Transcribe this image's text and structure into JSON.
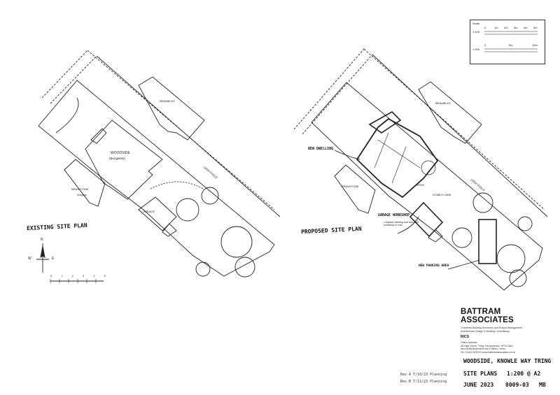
{
  "left_plan": {
    "title": "EXISTING SITE PLAN",
    "building_label": "WOODSIDE",
    "building_sublabel": "(Bungalow)",
    "neighbour_top": "BRAMBLES",
    "neighbour_left": "BRANSTONE",
    "neighbour_left_sub": "Surgery",
    "garage_label": "GARAGE",
    "boundary_label": "CROFTFIELD",
    "north_letter": "N",
    "west_letter": "W",
    "east_letter": "E",
    "scale_numbers": "0 1 2 3 4 5"
  },
  "right_plan": {
    "title": "PROPOSED SITE PLAN",
    "neighbour_top": "BRAMBLES",
    "neighbour_left": "BRANSTONE",
    "new_dwelling_label": "NEW DWELLING",
    "garage_workshop_label": "GARAGE WORKSHOP",
    "garage_note": "x replace existing roof and form workshop to rear",
    "new_parking_label": "NEW PARKING AREA",
    "boundary_label": "CROFTFIELD",
    "lane_label": "STABLE LANE",
    "road_label": "DRIVE"
  },
  "scale_bar": {
    "title": "Scale",
    "row1": "1:100",
    "row2": "1:200",
    "ticks1": [
      "0",
      "1m",
      "2m",
      "3m",
      "4m",
      "5m"
    ],
    "ticks2": [
      "0",
      "5m",
      "10m"
    ]
  },
  "firm": {
    "name": "BATTRAM ASSOCIATES",
    "desc1": "Chartered Building Surveyors and Project Management",
    "desc2": "Architectural Design & Building Consultancy",
    "rics": "RICS",
    "addr1": "Office Address:",
    "addr2": "48 High Street, Tring, Hertfordshire, HP23 5AG",
    "addr3": "Also at Berkhamsted and Chiltern, Herts",
    "addr4": "Tel: 01442 829070   www.battramassociates.co.uk"
  },
  "title_block": {
    "line1": "WOODSIDE, KNOWLE WAY TRING",
    "line2a": "SITE PLANS",
    "line2b": "1:200 @ A2",
    "line3a": "JUNE 2023",
    "line3b": "8009-03",
    "line3c": "MB"
  },
  "revisions": {
    "rev1": "Rev A  T/10/23 Planning",
    "rev2": "Rev B  T/11/23 Planning"
  }
}
